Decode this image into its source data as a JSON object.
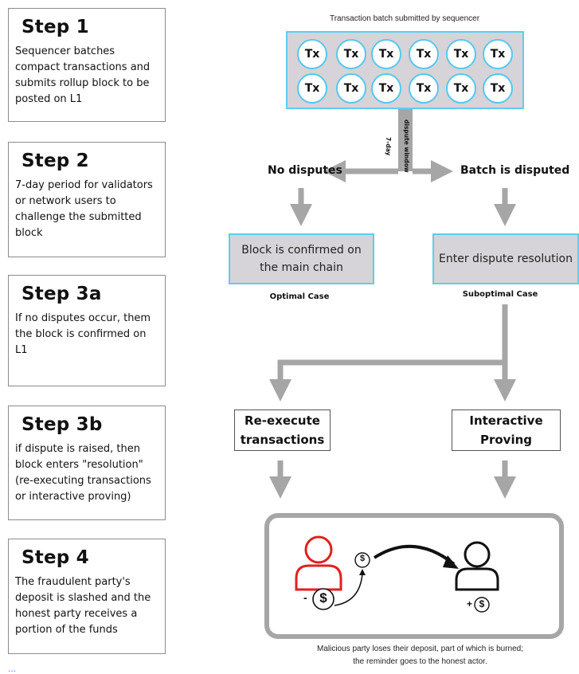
{
  "steps": [
    {
      "title": "Step 1",
      "text": "Sequencer batches compact transactions and submits rollup block to be posted on L1"
    },
    {
      "title": "Step 2",
      "text": "7-day period for validators or network users to challenge the submitted block"
    },
    {
      "title": "Step 3a",
      "text": "If no disputes occur, them the block is confirmed on L1"
    },
    {
      "title": "Step 3b",
      "text": "if dispute is raised, then block enters \"resolution\" (re-executing transactions or interactive proving)"
    },
    {
      "title": "Step 4",
      "text": "The fraudulent party's deposit is slashed and the honest party receives a portion of the funds"
    }
  ],
  "diagram": {
    "batch_title": "Transaction batch submitted by sequencer",
    "tx_label": "Tx",
    "window_day": "7-day",
    "window_label": "dispute window",
    "no_disputes": "No disputes",
    "disputed": "Batch is disputed",
    "confirmed_line1": "Block is confirmed on",
    "confirmed_line2": "the main chain",
    "dispute_resolution": "Enter dispute resolution",
    "optimal": "Optimal Case",
    "suboptimal": "Suboptimal Case",
    "reexec_line1": "Re-execute",
    "reexec_line2": "transactions",
    "proving_line1": "Interactive",
    "proving_line2": "Proving",
    "dollar": "$",
    "minus_dollar": "-",
    "plus_dollar": "+",
    "footer_line1": "Malicious party loses their deposit, part of which is burned;",
    "footer_line2": "the reminder goes to the honest actor."
  },
  "partial_text": "...",
  "colors": {
    "accent_blue": "#5ecdf0",
    "box_grey": "#d6d4d8",
    "arrow_grey": "#a6a6a6",
    "malicious_red": "#e02020"
  },
  "icons": [
    "arrow-icon",
    "user-icon",
    "dollar-coin-icon",
    "curved-arrow-icon"
  ]
}
